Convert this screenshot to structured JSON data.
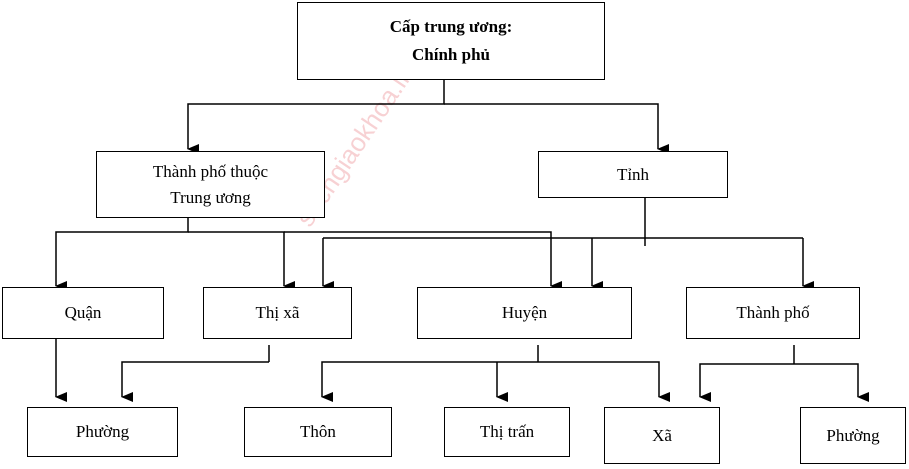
{
  "nodes": {
    "central": {
      "line1": "Cấp trung ương:",
      "line2": "Chính phủ"
    },
    "city_central": {
      "line1": "Thành phố thuộc",
      "line2": "Trung ương"
    },
    "province": "Tỉnh",
    "district_urban": "Quận",
    "town": "Thị xã",
    "district_rural": "Huyện",
    "provincial_city": "Thành phố",
    "ward_1": "Phường",
    "hamlet": "Thôn",
    "township": "Thị trấn",
    "commune": "Xã",
    "ward_2": "Phường"
  },
  "watermark": "sachgiaokhoa.info"
}
